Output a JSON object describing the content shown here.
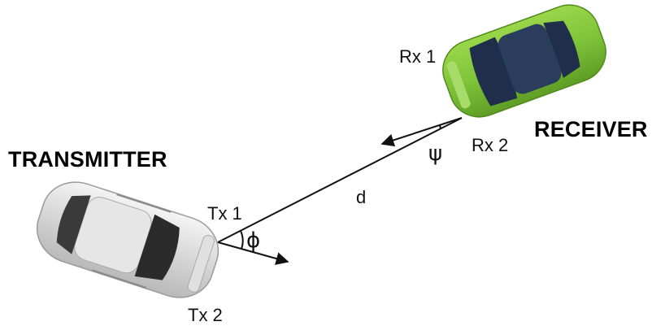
{
  "labels": {
    "transmitter": "TRANSMITTER",
    "receiver": "RECEIVER",
    "tx1": "Tx 1",
    "tx2": "Tx 2",
    "rx1": "Rx 1",
    "rx2": "Rx 2",
    "distance": "d",
    "angle_tx": "ϕ",
    "angle_rx": "ψ"
  },
  "colors": {
    "transmitter_car": "#d9d9d9",
    "receiver_car": "#7fc43a",
    "line": "#111111"
  }
}
